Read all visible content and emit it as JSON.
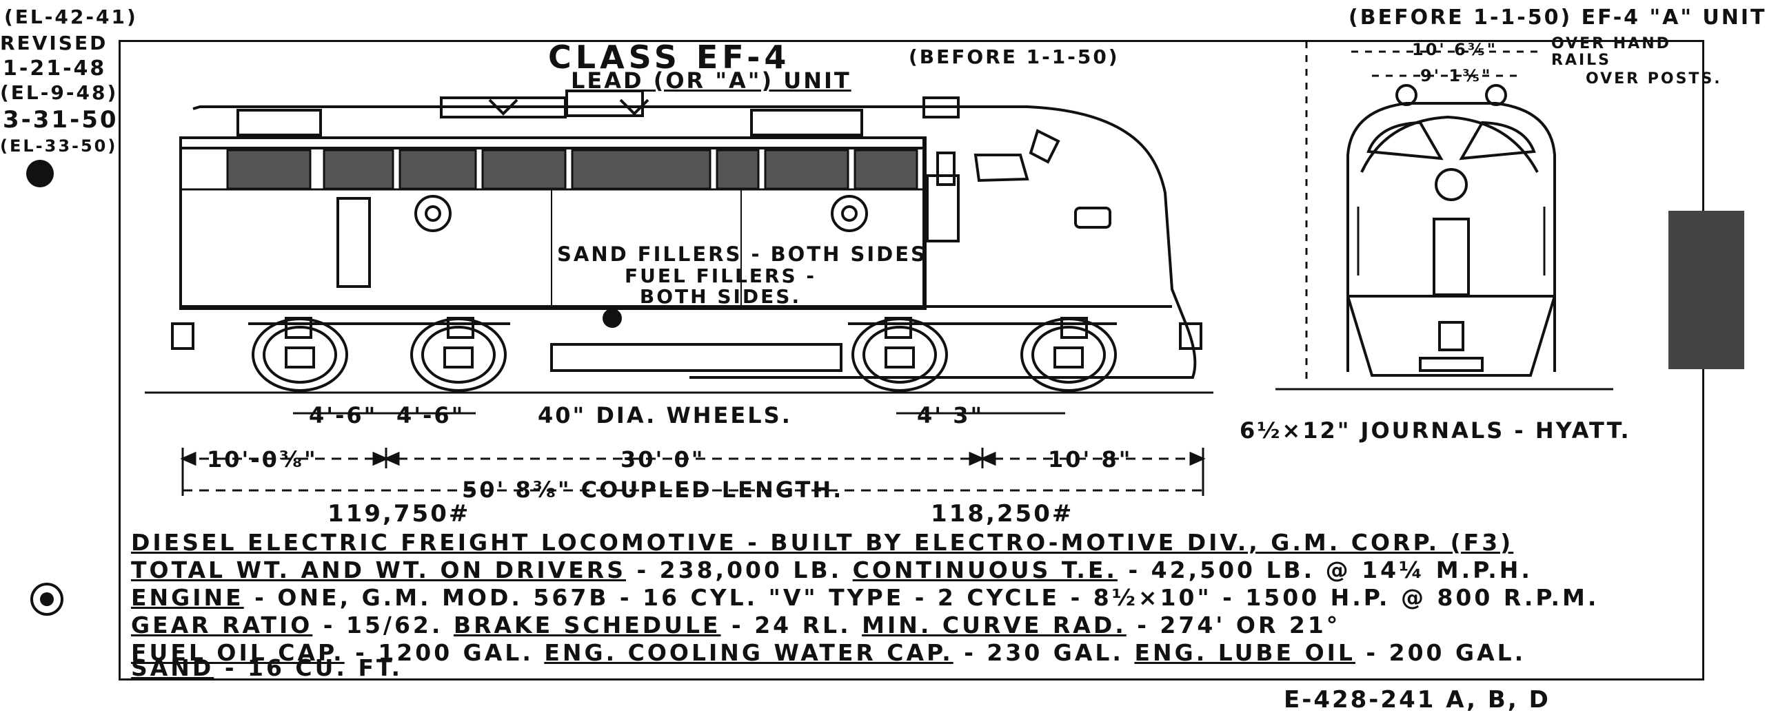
{
  "corner_notes": {
    "code": "(EL-42-41)",
    "revised_label": "REVISED",
    "rev1": "1-21-48",
    "rev1_ref": "(EL-9-48)",
    "rev2": "3-31-50",
    "rev2_ref": "(EL-33-50)"
  },
  "header": {
    "top_right": "(BEFORE 1-1-50) EF-4 \"A\" UNIT",
    "title": "CLASS EF-4",
    "subtitle": "LEAD (OR \"A\") UNIT",
    "date_note": "(BEFORE 1-1-50)"
  },
  "end_view": {
    "dim_handrails": "10' 6⅗\"",
    "dim_posts": "9' 1⅗\"",
    "note_handrails": "OVER HAND RAILS",
    "note_posts": "OVER POSTS.",
    "journals": "6½×12\" JOURNALS - HYATT."
  },
  "side_view": {
    "sand_fillers": "SAND FILLERS - BOTH SIDES",
    "fuel_fillers": "FUEL FILLERS - BOTH SIDES.",
    "wheels": "40\" DIA. WHEELS.",
    "dim_axle_a": "4'-6\"",
    "dim_axle_b": "4'-6\"",
    "dim_axle_c": "4' 3\"",
    "dim_left": "10'-0⅜\"",
    "dim_center": "30' 0\"",
    "dim_right": "10' 8\"",
    "coupled_length": "50' 8⅜\" COUPLED LENGTH.",
    "weight_front": "119,750#",
    "weight_rear": "118,250#"
  },
  "specs": {
    "line1": "DIESEL ELECTRIC FREIGHT LOCOMOTIVE - BUILT BY ELECTRO-MOTIVE DIV., G.M. CORP. (F3)",
    "line2_label": "TOTAL WT. AND WT. ON DRIVERS",
    "line2_value": " - 238,000 LB.",
    "line2_label2": "CONTINUOUS T.E.",
    "line2_value2": " - 42,500 LB. @ 14¼ M.P.H.",
    "line3_label": "ENGINE",
    "line3_value": " - ONE, G.M. MOD. 567B - 16 CYL. \"V\" TYPE - 2 CYCLE - 8½×10\" - 1500 H.P. @ 800 R.P.M.",
    "line4_label": "GEAR RATIO",
    "line4_value": " - 15/62. ",
    "line4_label2": "BRAKE SCHEDULE",
    "line4_value2": " - 24 RL. ",
    "line4_label3": "MIN. CURVE RAD.",
    "line4_value3": " - 274' OR 21°",
    "line5_label": "FUEL OIL CAP.",
    "line5_value": " - 1200 GAL. ",
    "line5_label2": "ENG. COOLING WATER CAP.",
    "line5_value2": " - 230 GAL. ",
    "line5_label3": "ENG. LUBE OIL",
    "line5_value3": " - 200 GAL.",
    "line6_label": "SAND",
    "line6_value": " - 16 CU. FT."
  },
  "footer": {
    "drawing_number": "E-428-241 A, B, D"
  },
  "colors": {
    "ink": "#111111",
    "paper": "#ffffff",
    "hatch": "#555555"
  }
}
